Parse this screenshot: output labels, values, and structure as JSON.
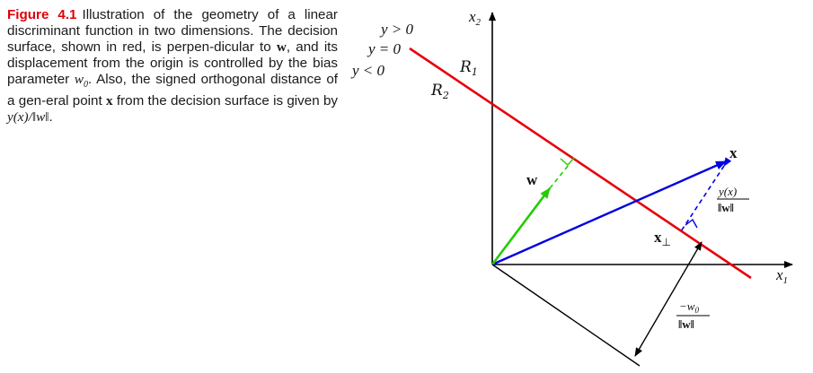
{
  "caption": {
    "figure_label": "Figure 4.1",
    "text_1": "Illustration of the geometry of a linear discriminant function in two dimensions. The decision surface, shown in red, is perpen-dicular to ",
    "w_symbol": "w",
    "text_2": ", and its displacement from the origin is controlled by the bias parameter ",
    "w0_symbol": "w",
    "w0_sub": "0",
    "text_3": ". Also, the signed orthogonal distance of a gen-eral point ",
    "x_symbol": "x",
    "text_4": " from the decision surface is given by ",
    "yx_expr": "y(x)/‖w‖",
    "text_5": "."
  },
  "diagram": {
    "region_labels": {
      "y_gt_0": "y > 0",
      "y_eq_0": "y = 0",
      "y_lt_0": "y < 0",
      "R1": "R",
      "R1_sub": "1",
      "R2": "R",
      "R2_sub": "2"
    },
    "axis_labels": {
      "x1": "x",
      "x1_sub": "1",
      "x2": "x",
      "x2_sub": "2"
    },
    "vector_labels": {
      "w": "w",
      "x": "x",
      "x_perp": "x",
      "x_perp_sub": "⊥"
    },
    "distance_labels": {
      "yx_num": "y(x)",
      "yx_den": "‖w‖",
      "w0_num": "−w",
      "w0_num_sub": "0",
      "w0_den": "‖w‖"
    },
    "colors": {
      "decision_surface": "#e8000b",
      "x_vector": "#0000e0",
      "w_vector": "#22cc00",
      "axes": "#000000",
      "caption_label": "#e0000b"
    }
  }
}
